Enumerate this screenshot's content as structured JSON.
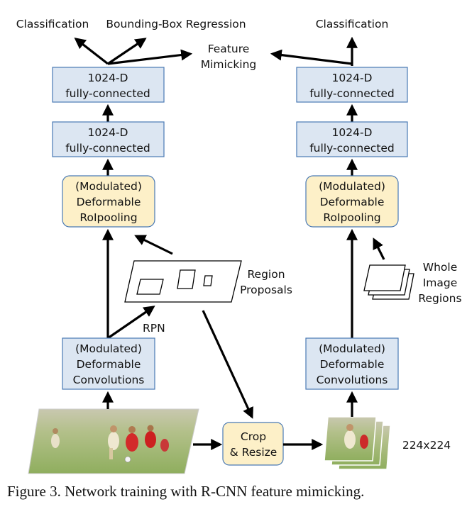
{
  "left_column": {
    "outputs": {
      "classification": "Classification",
      "bbox_regression": "Bounding-Box Regression"
    },
    "fc_top": {
      "line1": "1024-D",
      "line2": "fully-connected"
    },
    "fc_bottom": {
      "line1": "1024-D",
      "line2": "fully-connected"
    },
    "roipool": {
      "line1": "(Modulated)",
      "line2": "Deformable",
      "line3": "RoIpooling"
    },
    "conv": {
      "line1": "(Modulated)",
      "line2": "Deformable",
      "line3": "Convolutions"
    },
    "rpn_label": "RPN",
    "proposals": {
      "line1": "Region",
      "line2": "Proposals"
    }
  },
  "feature_mimicking": {
    "line1": "Feature",
    "line2": "Mimicking"
  },
  "crop_resize": {
    "line1": "Crop",
    "line2": "& Resize"
  },
  "right_column": {
    "outputs": {
      "classification": "Classification"
    },
    "fc_top": {
      "line1": "1024-D",
      "line2": "fully-connected"
    },
    "fc_bottom": {
      "line1": "1024-D",
      "line2": "fully-connected"
    },
    "roipool": {
      "line1": "(Modulated)",
      "line2": "Deformable",
      "line3": "RoIpooling"
    },
    "conv": {
      "line1": "(Modulated)",
      "line2": "Deformable",
      "line3": "Convolutions"
    },
    "whole_image": {
      "line1": "Whole",
      "line2": "Image",
      "line3": "Regions"
    },
    "size_label": "224x224"
  },
  "caption": "Figure 3. Network training with R-CNN feature mimicking.",
  "colors": {
    "fc_fill": "#dce6f2",
    "pool_fill": "#fdf0c8",
    "border": "#4a7ab5"
  }
}
